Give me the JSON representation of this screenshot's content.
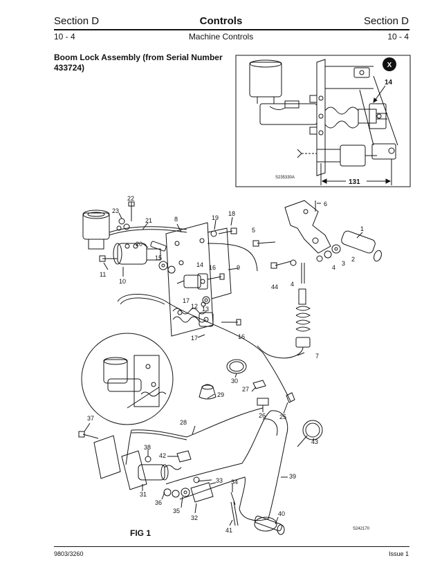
{
  "header": {
    "section_left": "Section D",
    "title": "Controls",
    "section_right": "Section D",
    "page_left": "10 - 4",
    "subtitle": "Machine Controls",
    "page_right": "10 - 4"
  },
  "heading": "Boom Lock Assembly (from Serial Number 433724)",
  "inset": {
    "view_marker": "X",
    "callout_14": "14",
    "dimension": "131",
    "ref_code": "S235330A"
  },
  "main_drawing": {
    "ref_code": "S242170",
    "fig_label": "FIG 1",
    "callouts": {
      "c1": "1",
      "c2": "2",
      "c3": "3",
      "c4a": "4",
      "c4b": "4",
      "c5": "5",
      "c6": "6",
      "c7": "7",
      "c8": "8",
      "c9": "9",
      "c10": "10",
      "c11": "11",
      "c12": "12",
      "c13": "13",
      "c14": "14",
      "c15": "15",
      "c16a": "16",
      "c16b": "16",
      "c17a": "17",
      "c17b": "17",
      "c18": "18",
      "c19": "19",
      "c20": "20",
      "c21": "21",
      "c22": "22",
      "c23": "23",
      "c25": "25",
      "c26": "26",
      "c27": "27",
      "c28": "28",
      "c29": "29",
      "c30": "30",
      "c31": "31",
      "c32": "32",
      "c33": "33",
      "c34": "34",
      "c35": "35",
      "c36": "36",
      "c37": "37",
      "c38": "38",
      "c39": "39",
      "c40": "40",
      "c41": "41",
      "c42": "42",
      "c43": "43",
      "c44": "44"
    }
  },
  "footer": {
    "doc_number": "9803/3260",
    "issue": "Issue 1"
  }
}
